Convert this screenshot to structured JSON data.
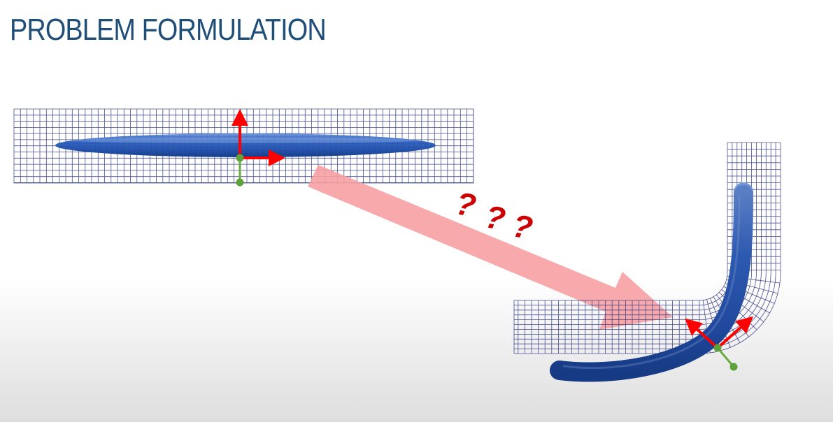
{
  "slide": {
    "title": "PROBLEM FORMULATION"
  },
  "figure": {
    "question_marks": [
      "?",
      "?",
      "?"
    ],
    "colors": {
      "title": "#1f4e79",
      "grid": "#28327a",
      "ellipsoid": "#2e5fb8",
      "frame_axes": "#ff0000",
      "anchor": "#5fa13a",
      "transition_arrow": "#f7a0a2",
      "question_marks": "#cc0000"
    },
    "icons": [
      "straight-grid",
      "straight-ellipsoid",
      "bent-grid",
      "bent-ellipsoid",
      "transition-arrow",
      "local-frame-axes"
    ]
  }
}
